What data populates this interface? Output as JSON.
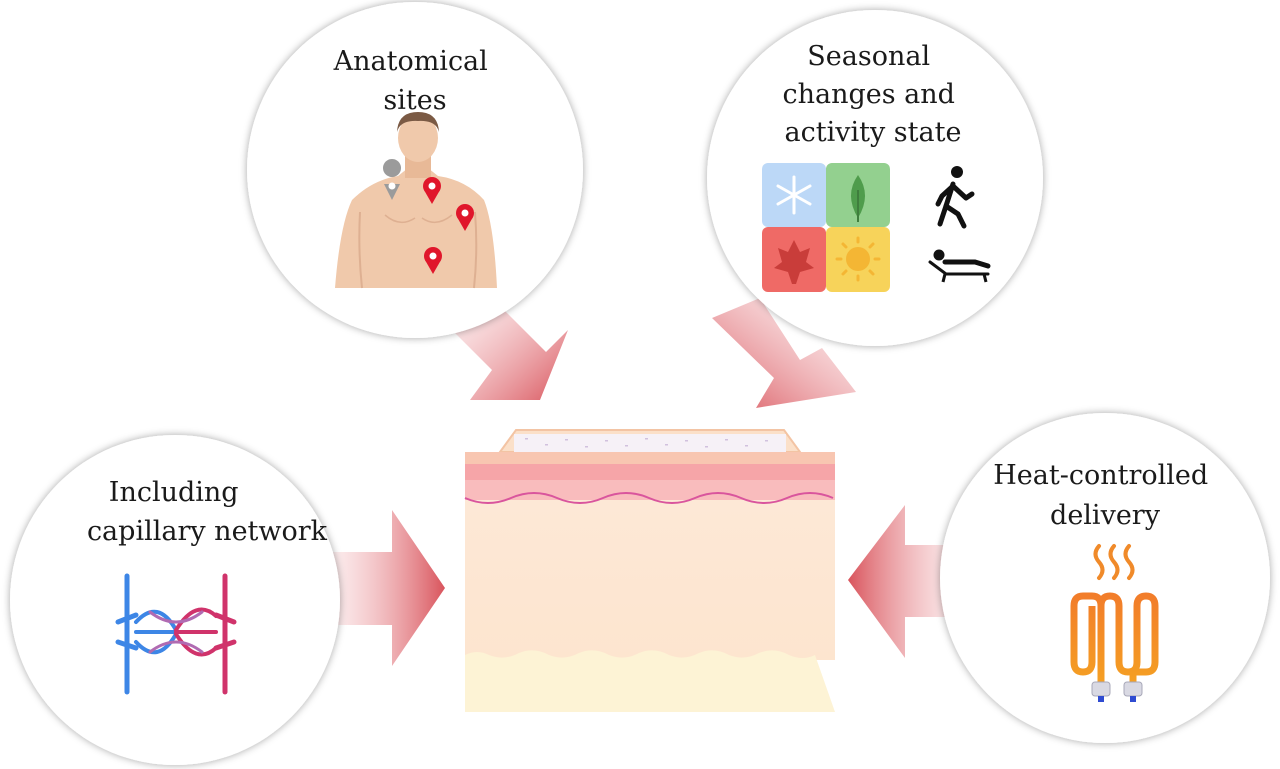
{
  "factors": {
    "anatomical": {
      "label_lines": [
        "Anatomical",
        "sites"
      ],
      "icon": "human-torso-with-location-pins"
    },
    "seasonal": {
      "label_lines": [
        "Seasonal",
        "changes and",
        "activity state"
      ],
      "icon": "four-seasons-grid-walking-and-reclining-person"
    },
    "capillary": {
      "label_lines": [
        "Including",
        "capillary network"
      ],
      "icon": "capillary-network-artery-vein"
    },
    "heat": {
      "label_lines": [
        "Heat-controlled",
        "delivery"
      ],
      "icon": "heating-element-coil"
    }
  },
  "center": {
    "icon": "skin-cross-section-with-patch"
  },
  "colors": {
    "arrow": "#d9545c",
    "pin": "#e0162b",
    "artery": "#d0336b",
    "vein": "#3d86e6",
    "heater": "#f08a2a"
  }
}
